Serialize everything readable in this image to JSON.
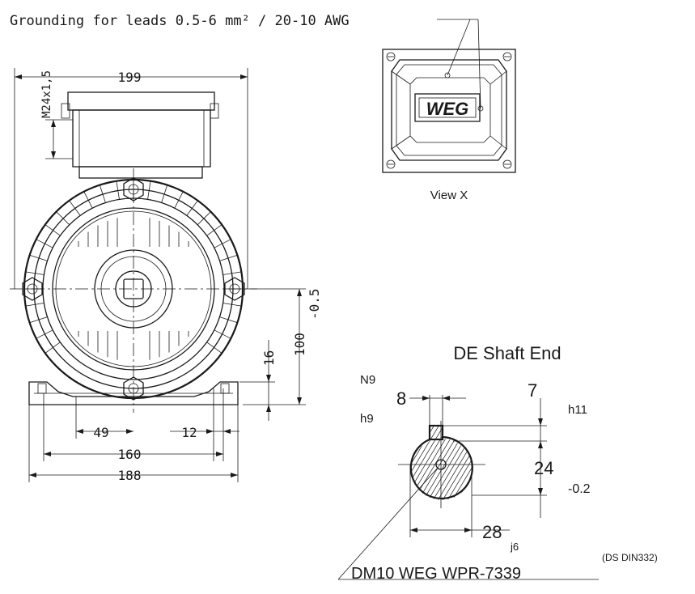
{
  "grounding_note": "Grounding for leads 0.5-6 mm² / 20-10 AWG",
  "view_x": {
    "caption": "View X",
    "logo_text": "WEG"
  },
  "dimensions": {
    "overall_width": "199",
    "thread": "M24x1,5",
    "shaft_height": "100",
    "shaft_height_tol": "-0.5",
    "foot_thickness": "16",
    "foot_to_end": "49",
    "foot_slot": "12",
    "foot_hole_spacing": "160",
    "foot_width": "188"
  },
  "shaft_end": {
    "title": "DE Shaft End",
    "key_width": "8",
    "key_width_fit_top": "N9",
    "key_width_fit_bottom": "h9",
    "key_depth": "7",
    "key_depth_fit": "h11",
    "key_bottom": "24",
    "key_bottom_tol": "-0.2",
    "diameter": "28",
    "diameter_fit": "j6",
    "center_hole": "DM10 WEG WPR-7339",
    "center_hole_std": "(DS DIN332)"
  }
}
